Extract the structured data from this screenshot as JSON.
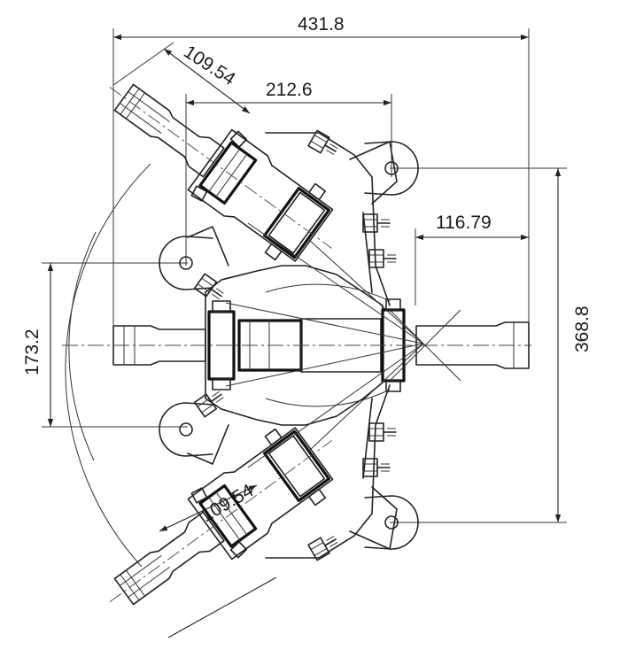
{
  "figure": {
    "dimensions": {
      "overall_width": "431.8",
      "upper_arm_offset": "109.54",
      "hub_span": "212.6",
      "right_shaft_offset": "116.79",
      "total_height": "368.8",
      "inner_height": "173.2",
      "lower_arm_offset": "109.54"
    }
  }
}
